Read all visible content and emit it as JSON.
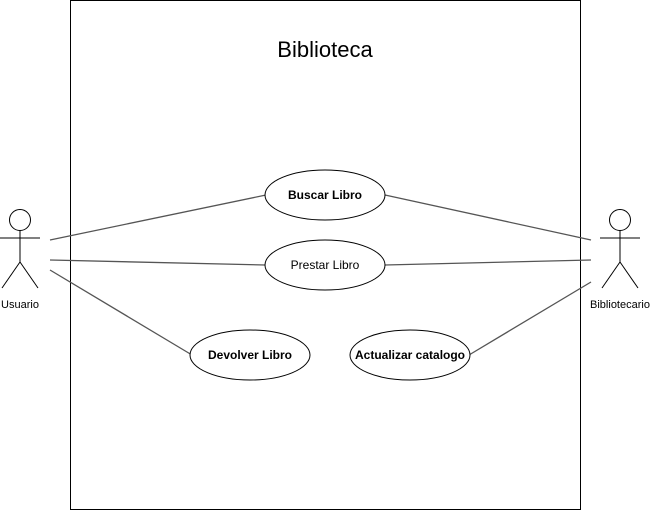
{
  "system": {
    "title": "Biblioteca"
  },
  "actors": {
    "usuario": "Usuario",
    "bibliotecario": "Bibliotecario"
  },
  "use_cases": {
    "buscar_libro": "Buscar Libro",
    "prestar_libro": "Prestar Libro",
    "devolver_libro": "Devolver Libro",
    "actualizar_catalogo": "Actualizar catalogo"
  }
}
